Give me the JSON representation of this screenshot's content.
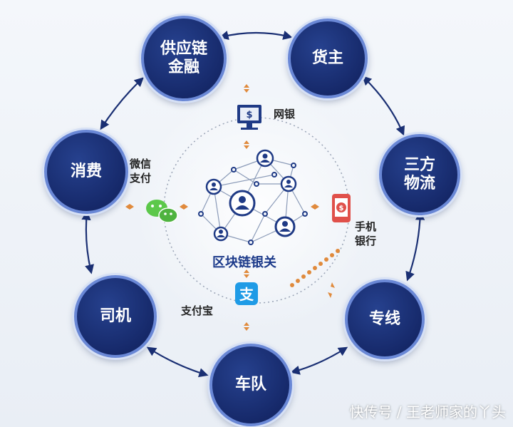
{
  "nodes": {
    "supply_chain_finance": "供应链\n金融",
    "cargo_owner": "货主",
    "third_party_logistics": "三方\n物流",
    "dedicated_line": "专线",
    "fleet": "车队",
    "driver": "司机",
    "consumption": "消费"
  },
  "center": {
    "title": "区块链银关"
  },
  "channels": {
    "online_banking": "网银",
    "wechat_pay": "微信\n支付",
    "mobile_banking": "手机\n银行",
    "alipay": "支付宝"
  },
  "watermark": "快传号 / 王老师家的丫头",
  "colors": {
    "node_fill": "#1a2f73",
    "node_ring": "#6a88d6",
    "arrow": "#1a2f73",
    "dots": "#e08a3c",
    "wechat": "#5cc84a",
    "alipay": "#1f9be6",
    "mobile": "#e0504a"
  },
  "icons": [
    "online-banking-monitor-icon",
    "wechat-icon",
    "mobile-banking-phone-icon",
    "alipay-icon",
    "user-icon"
  ]
}
